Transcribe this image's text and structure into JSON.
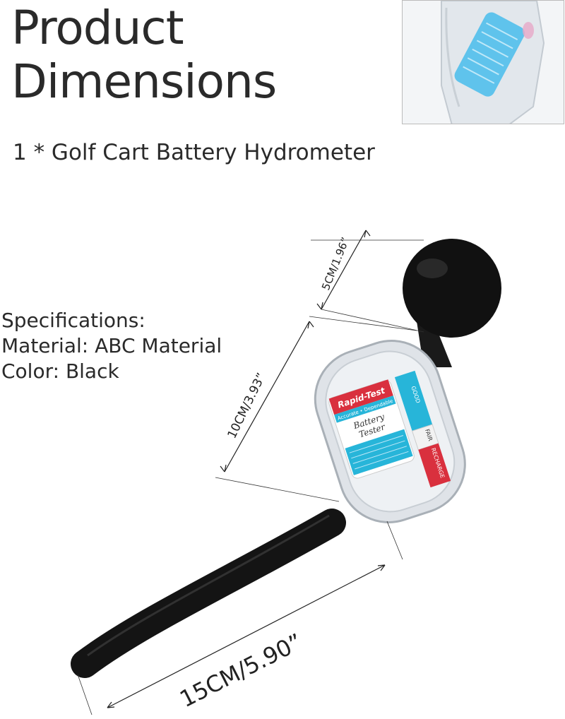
{
  "heading": {
    "line1": "Product",
    "line2": "Dimensions"
  },
  "package": "1 * Golf Cart Battery Hydrometer",
  "specs": {
    "title": "Specifications:",
    "material": "Material: ABC Material",
    "color": "Color: Black"
  },
  "dimensions": {
    "ball": "5CM/1.96”",
    "body": "10CM/3.93”",
    "tube": "15CM/5.90”"
  },
  "tester_label": {
    "brand": "Rapid-Test",
    "tagline": "Accurate • Dependable",
    "line1": "Battery",
    "line2": "Tester",
    "good": "GOOD",
    "fair": "FAIR",
    "recharge": "RECHARGE"
  },
  "colors": {
    "ball": "#111111",
    "tube": "#151515",
    "label_red": "#d9303e",
    "label_blue": "#27b5d9",
    "case": "#d8dde2"
  }
}
